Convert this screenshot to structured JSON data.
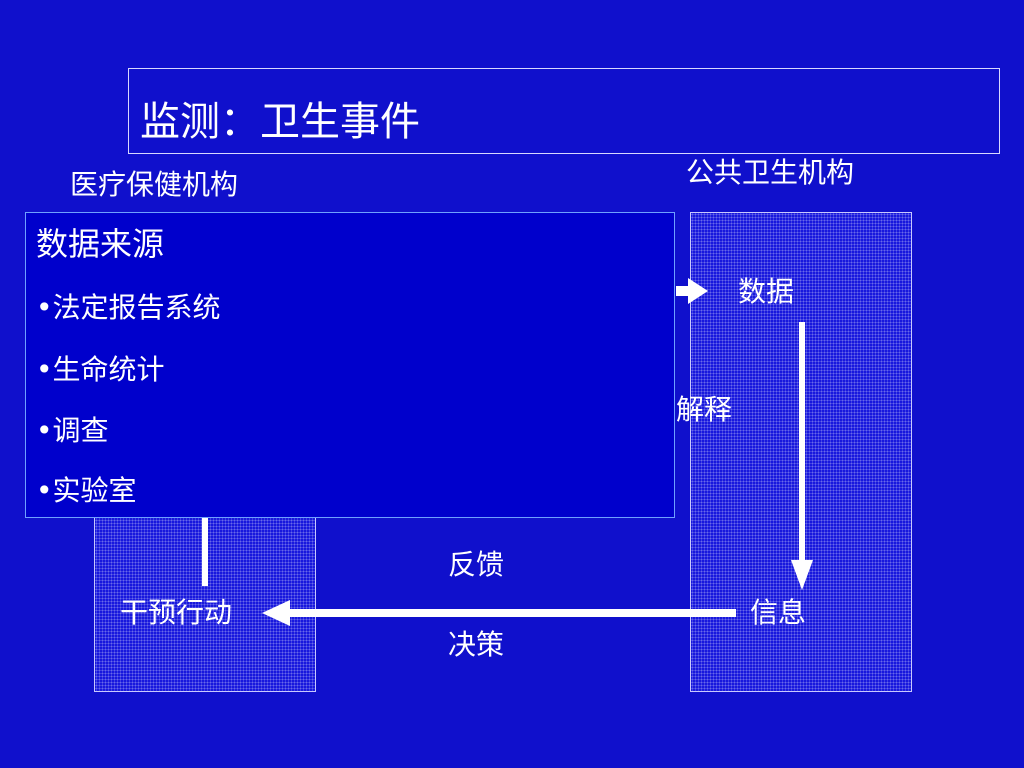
{
  "title": "监测：卫生事件",
  "left_org": "医疗保健机构",
  "right_org": "公共卫生机构",
  "data_sources": {
    "heading": "数据来源",
    "items": [
      "•法定报告系统",
      "•生命统计",
      "•调查",
      "•实验室"
    ]
  },
  "nodes": {
    "data": "数据",
    "interpret": "解释",
    "information": "信息",
    "action": "干预行动",
    "feedback": "反馈",
    "decision": "决策"
  },
  "colors": {
    "background": "#1010cc",
    "text": "#ffffff",
    "arrow": "#ffffff"
  }
}
